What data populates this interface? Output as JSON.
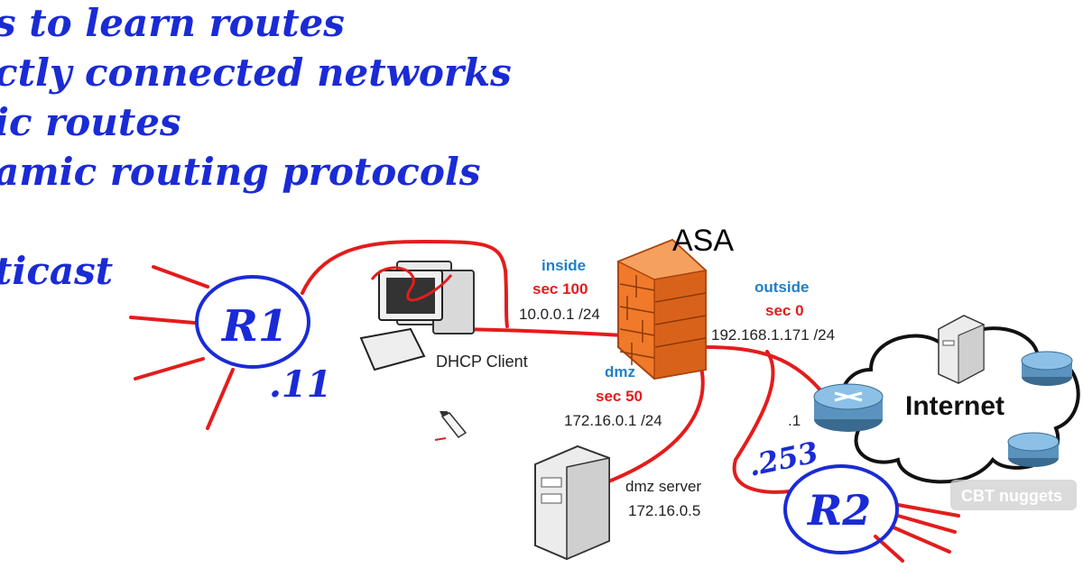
{
  "notes": {
    "line1": "s to learn routes",
    "line2": "ctly connected networks",
    "line3": "ic routes",
    "line4": "amic routing protocols",
    "line5": "ticast"
  },
  "routers": {
    "r1": "R1",
    "r1_ip": ".11",
    "r2": "R2",
    "r2_ip": ".253"
  },
  "asa": {
    "title": "ASA",
    "inside_name": "inside",
    "inside_sec": "sec  100",
    "inside_ip": "10.0.0.1 /24",
    "outside_name": "outside",
    "outside_sec": "sec 0",
    "outside_ip": "192.168.1.171 /24",
    "dmz_name": "dmz",
    "dmz_sec": "sec 50",
    "dmz_ip": "172.16.0.1 /24"
  },
  "hosts": {
    "dhcp_client": "DHCP Client",
    "dmz_server": "dmz server",
    "dmz_server_ip": "172.16.0.5"
  },
  "internet": {
    "label": "Internet",
    "router_ip": ".1"
  },
  "watermark": "CBT nuggets",
  "colors": {
    "ink_blue": "#1a2bd6",
    "red_line": "#e41c1c",
    "label_blue": "#1f7fc8",
    "firewall_orange": "#f07a2a"
  }
}
